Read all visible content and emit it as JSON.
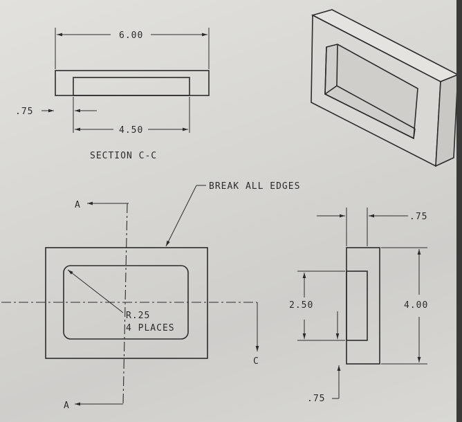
{
  "section_view": {
    "overall_width": "6.00",
    "wall_thickness": ".75",
    "inner_width": "4.50",
    "title": "SECTION C-C"
  },
  "front_view": {
    "note": "BREAK ALL EDGES",
    "radius_line1": "R.25",
    "radius_line2": "4 PLACES",
    "cut_plane_a_top": "A",
    "cut_plane_a_bottom": "A",
    "cut_plane_c": "C"
  },
  "side_section": {
    "top_thickness": ".75",
    "inner_height": "2.50",
    "overall_height": "4.00",
    "bottom_thickness": ".75"
  }
}
